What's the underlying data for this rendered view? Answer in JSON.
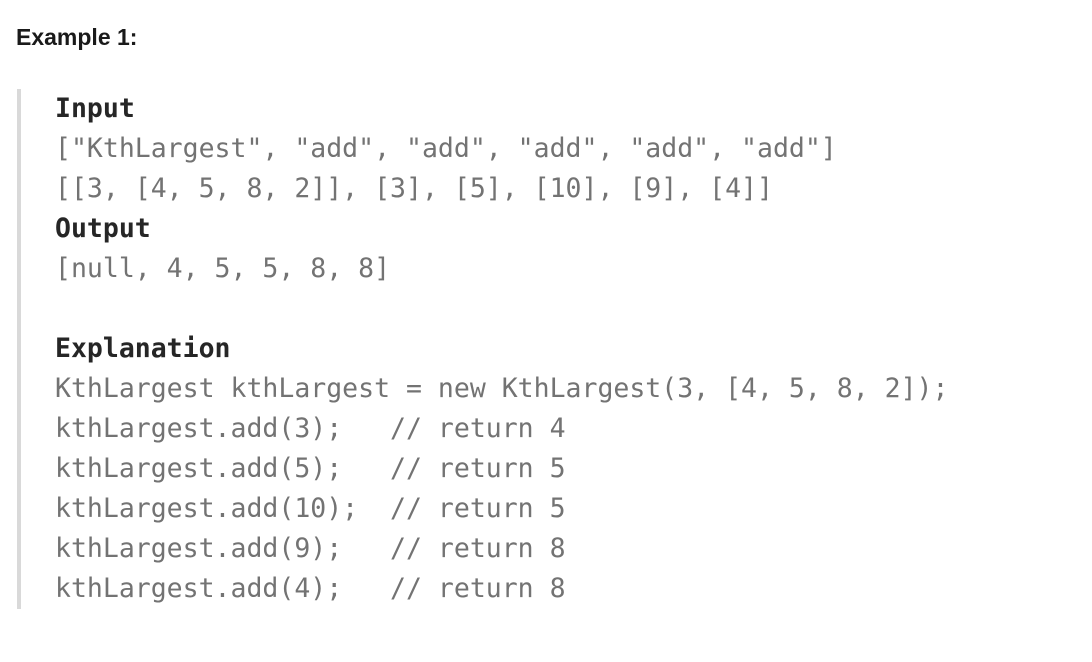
{
  "example": {
    "title": "Example 1:",
    "input_label": "Input",
    "input_lines": [
      "[\"KthLargest\", \"add\", \"add\", \"add\", \"add\", \"add\"]",
      "[[3, [4, 5, 8, 2]], [3], [5], [10], [9], [4]]"
    ],
    "output_label": "Output",
    "output_lines": [
      "[null, 4, 5, 5, 8, 8]"
    ],
    "explanation_label": "Explanation",
    "explanation_lines": [
      "KthLargest kthLargest = new KthLargest(3, [4, 5, 8, 2]);",
      "kthLargest.add(3);   // return 4",
      "kthLargest.add(5);   // return 5",
      "kthLargest.add(10);  // return 5",
      "kthLargest.add(9);   // return 8",
      "kthLargest.add(4);   // return 8"
    ]
  },
  "colors": {
    "title_text": "#1a1a1a",
    "label_text": "#262626",
    "code_text": "#737373",
    "blockquote_border": "#d9d9d9",
    "background": "#ffffff"
  }
}
